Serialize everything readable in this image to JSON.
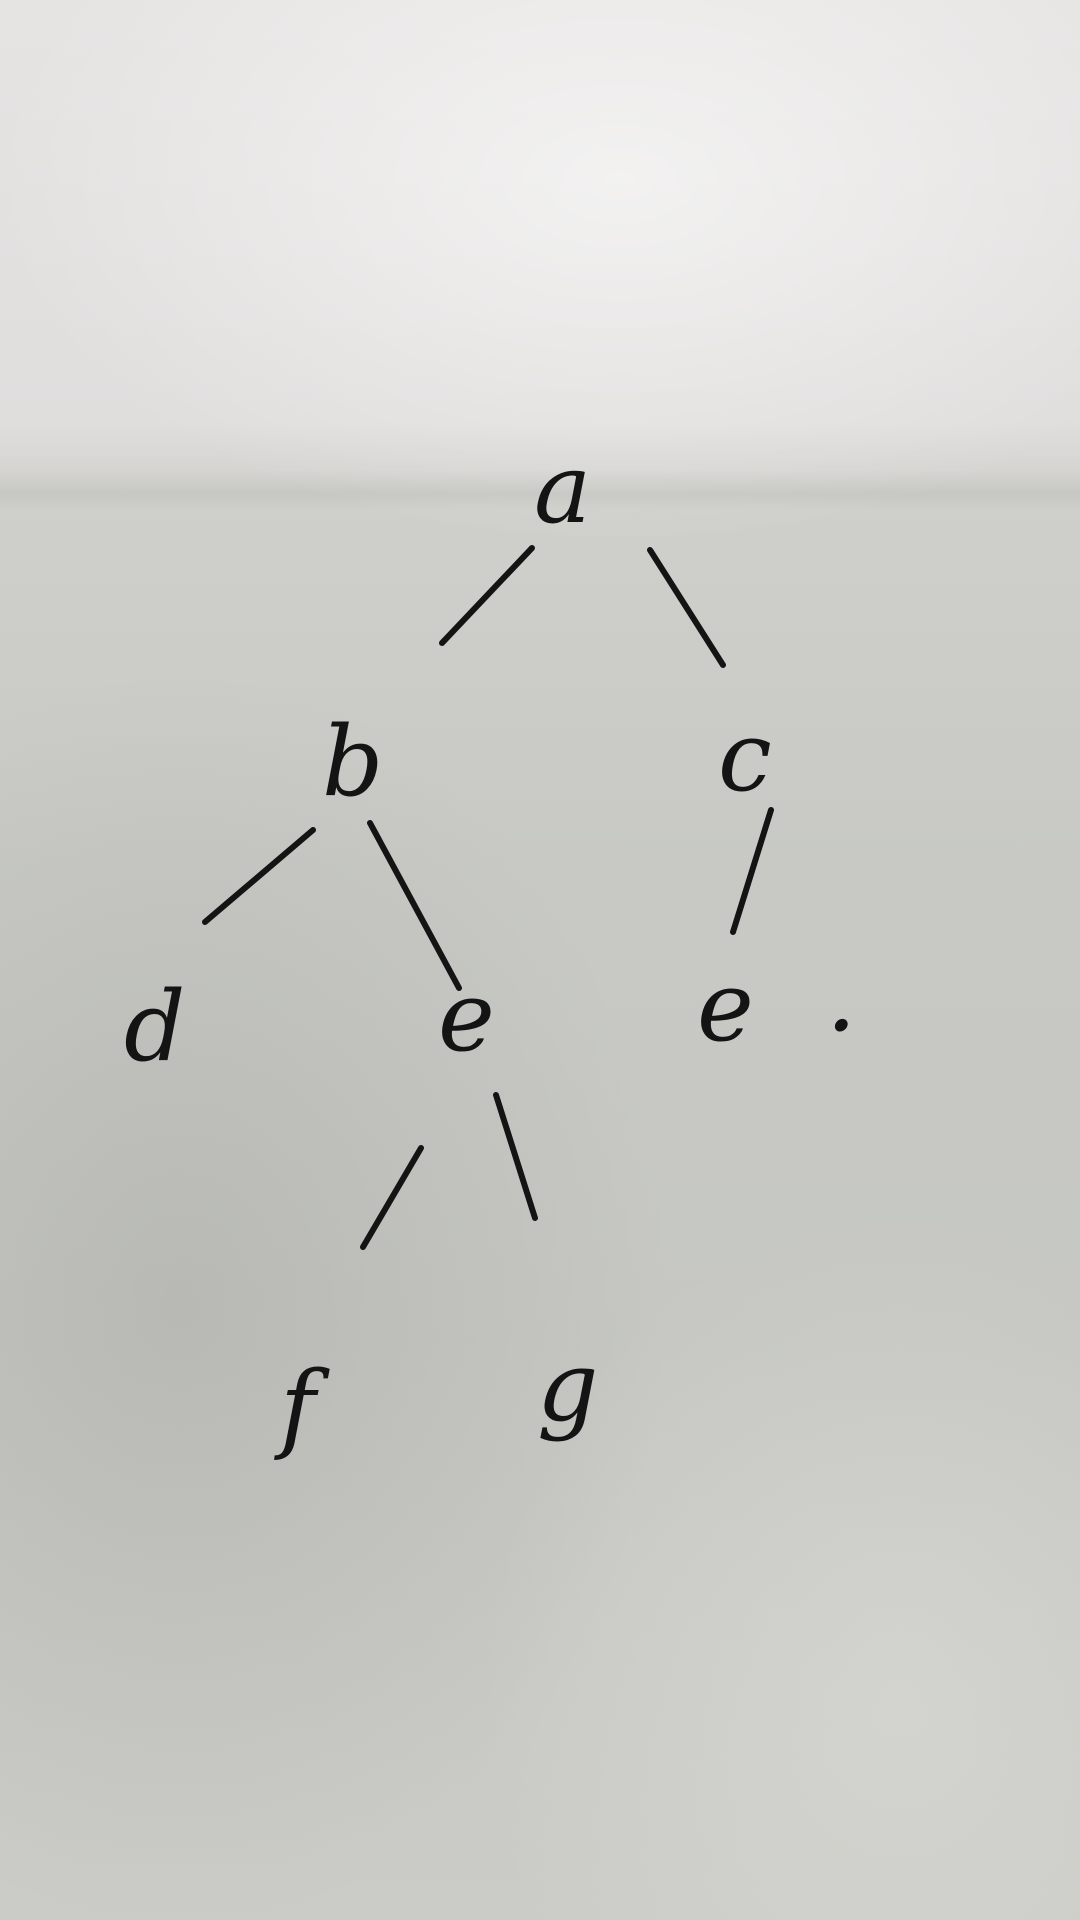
{
  "tree": {
    "nodes": [
      {
        "id": "n-a",
        "label": "a"
      },
      {
        "id": "n-b",
        "label": "b"
      },
      {
        "id": "n-c",
        "label": "c"
      },
      {
        "id": "n-d",
        "label": "d"
      },
      {
        "id": "n-e1",
        "label": "e"
      },
      {
        "id": "n-e2",
        "label": "e"
      },
      {
        "id": "n-f",
        "label": "f"
      },
      {
        "id": "n-g",
        "label": "g"
      }
    ],
    "edges": [
      {
        "from": "a",
        "to": "b"
      },
      {
        "from": "a",
        "to": "c"
      },
      {
        "from": "b",
        "to": "d"
      },
      {
        "from": "b",
        "to": "e"
      },
      {
        "from": "c",
        "to": "e"
      },
      {
        "from": "e",
        "to": "f"
      },
      {
        "from": "e",
        "to": "g"
      }
    ],
    "trailing_mark": "."
  },
  "colors": {
    "ink": "#141414",
    "paper": "#c9c9c5"
  }
}
